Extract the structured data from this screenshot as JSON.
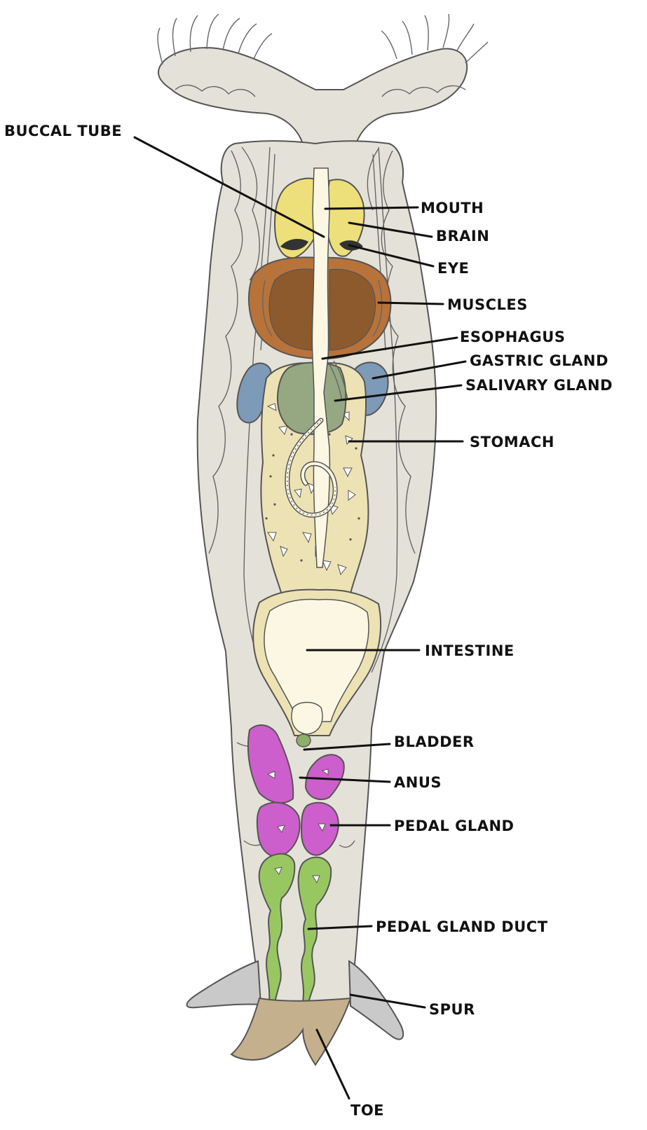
{
  "colors": {
    "background": "#ffffff",
    "body": "#e4e2d8",
    "body_outline": "#555555",
    "mastax_brain": "#ede07a",
    "muscles": "#b8733a",
    "muscles_dark": "#8c5a2c",
    "gastric_gland": "#7d9ab8",
    "salivary_gland": "#95a882",
    "stomach": "#ede2b4",
    "intestine": "#fbf7e3",
    "bladder": "#8fb068",
    "pedal_gland": "#cc5fcb",
    "pedal_gland_duct": "#98c762",
    "spur": "#c9c9c9",
    "toe": "#c4b08c",
    "mouth": "#f3b9c8",
    "eye": "#333333",
    "label_text": "#111111"
  },
  "labels": {
    "buccal_tube": "BUCCAL TUBE",
    "mouth": "MOUTH",
    "brain": "BRAIN",
    "eye": "EYE",
    "muscles": "MUSCLES",
    "esophagus": "ESOPHAGUS",
    "gastric_gland": "GASTRIC GLAND",
    "salivary_gland": "SALIVARY GLAND",
    "stomach": "STOMACH",
    "intestine": "INTESTINE",
    "bladder": "BLADDER",
    "anus": "ANUS",
    "pedal_gland": "PEDAL GLAND",
    "pedal_gland_duct": "PEDAL GLAND DUCT",
    "spur": "SPUR",
    "toe": "TOE"
  }
}
